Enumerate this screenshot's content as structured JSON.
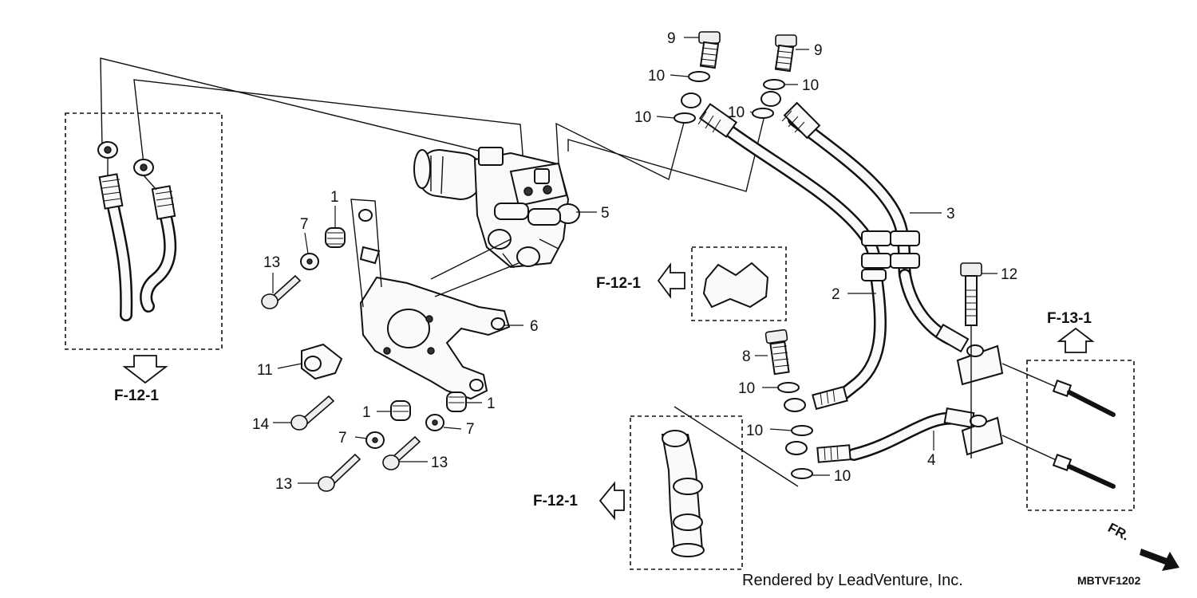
{
  "diagram": {
    "callouts": {
      "p9a": "9",
      "p9b": "9",
      "p10a": "10",
      "p10b": "10",
      "p10c": "10",
      "p10d": "10",
      "p10e": "10",
      "p10f": "10",
      "p10g": "10",
      "p3": "3",
      "p5": "5",
      "p1a": "1",
      "p1b": "1",
      "p1c": "1",
      "p7a": "7",
      "p7b": "7",
      "p7c": "7",
      "p13a": "13",
      "p13b": "13",
      "p13c": "13",
      "p6": "6",
      "p11": "11",
      "p14": "14",
      "p2": "2",
      "p4": "4",
      "p8": "8",
      "p12": "12"
    },
    "references": {
      "ref_left_bottom": "F-12-1",
      "ref_center": "F-12-1",
      "ref_bottom_center": "F-12-1",
      "ref_right": "F-13-1"
    },
    "credit": "Rendered by LeadVenture, Inc.",
    "diagram_code": "MBTVF1202",
    "front_marker": "FR."
  }
}
